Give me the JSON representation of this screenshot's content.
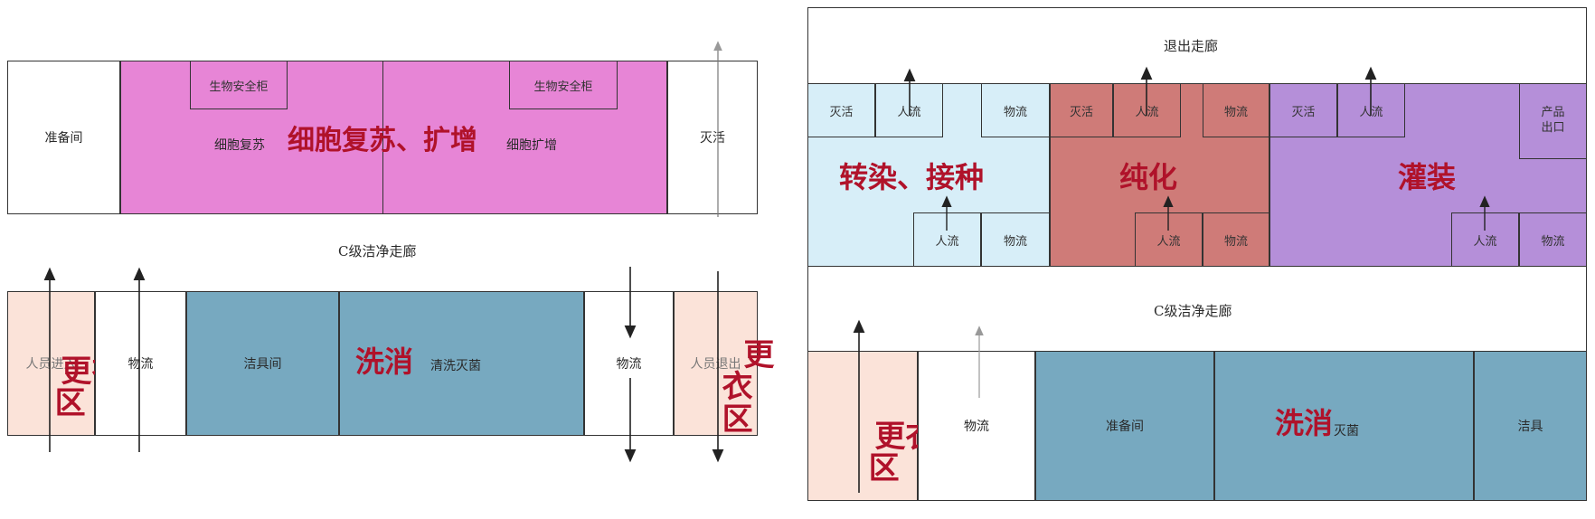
{
  "colors": {
    "pink": "#e785d6",
    "skin": "#fbe3d9",
    "steel": "#77a9c0",
    "lightblue": "#d7eef8",
    "red": "#cf7b78",
    "purple": "#b58fd9",
    "label_red": "#b0122a"
  },
  "left": {
    "prep_room": "准备间",
    "bsc_1": "生物安全柜",
    "bsc_2": "生物安全柜",
    "recovery_small": "细胞复苏",
    "expand_small": "细胞扩增",
    "culture_big": "细胞复苏、扩增",
    "inactivation": "灭活",
    "corridor": "C级洁净走廊",
    "change_in_small": "人员进入",
    "change_in_big": "更衣\n区",
    "material_1": "物流",
    "tool_room": "洁具间",
    "wash_big": "洗消",
    "wash_small": "清洗灭菌",
    "material_2": "物流",
    "change_out_small": "人员退出",
    "change_out_big": "更\n衣\n区"
  },
  "right": {
    "exit_corridor": "退出走廊",
    "a_inact": "灭活",
    "a_person": "人流",
    "a_material": "物流",
    "a_big": "转染、接种",
    "a_person_2": "人流",
    "a_material_2": "物流",
    "b_inact": "灭活",
    "b_person": "人流",
    "b_material": "物流",
    "b_big": "纯化",
    "b_person_2": "人流",
    "b_material_2": "物流",
    "c_inact": "灭活",
    "c_person": "人流",
    "c_outlet": "产品\n出口",
    "c_big": "灌装",
    "c_person_2": "人流",
    "c_material_2": "物流",
    "corridor": "C级洁净走廊",
    "change_big": "更衣\n区",
    "material": "物流",
    "prep_room": "准备间",
    "wash_big": "洗消",
    "wash_small": "灭菌",
    "cleaning_tools": "洁具"
  }
}
